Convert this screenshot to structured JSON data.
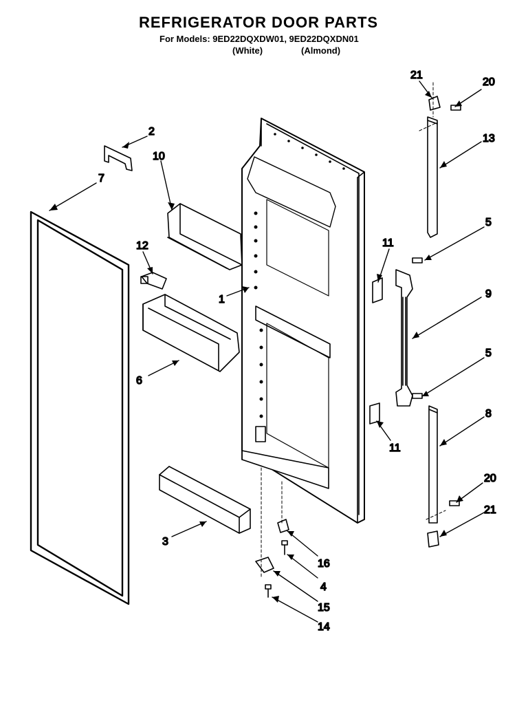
{
  "title": "REFRIGERATOR DOOR PARTS",
  "models_line": "For Models: 9ED22DQXDW01, 9ED22DQXDN01",
  "color_white": "(White)",
  "color_almond": "(Almond)",
  "callouts": [
    "1",
    "2",
    "3",
    "4",
    "5",
    "5",
    "6",
    "7",
    "8",
    "9",
    "10",
    "11",
    "11",
    "12",
    "13",
    "14",
    "15",
    "16",
    "20",
    "20",
    "21",
    "21"
  ]
}
